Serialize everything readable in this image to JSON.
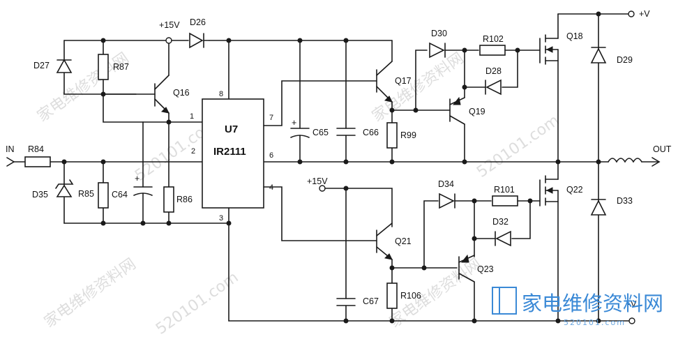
{
  "chip": {
    "name": "U7",
    "part": "IR2111",
    "pins": [
      "1",
      "2",
      "3",
      "4",
      "6",
      "7",
      "8"
    ]
  },
  "nets": {
    "supply_low": "+15V",
    "supply_low_2": "+15V",
    "supply_pos": "+V",
    "supply_neg": "-V",
    "input": "IN",
    "output": "OUT"
  },
  "parts": {
    "D27": "D27",
    "R87": "R87",
    "Q16": "Q16",
    "D26": "D26",
    "R84": "R84",
    "D35": "D35",
    "R85": "R85",
    "C64": "C64",
    "R86": "R86",
    "C65": "C65",
    "C66": "C66",
    "Q17": "Q17",
    "R99": "R99",
    "D30": "D30",
    "R102": "R102",
    "D28": "D28",
    "Q19": "Q19",
    "Q18": "Q18",
    "D29": "D29",
    "Q21": "Q21",
    "C67": "C67",
    "R106": "R106",
    "D34": "D34",
    "R101": "R101",
    "D32": "D32",
    "Q23": "Q23",
    "Q22": "Q22",
    "D33": "D33"
  },
  "watermark": {
    "text_cn": "家电维修资料网",
    "text_url": "520101.com",
    "logo_cn": "家电维修资料网",
    "logo_url": "520101.com"
  }
}
